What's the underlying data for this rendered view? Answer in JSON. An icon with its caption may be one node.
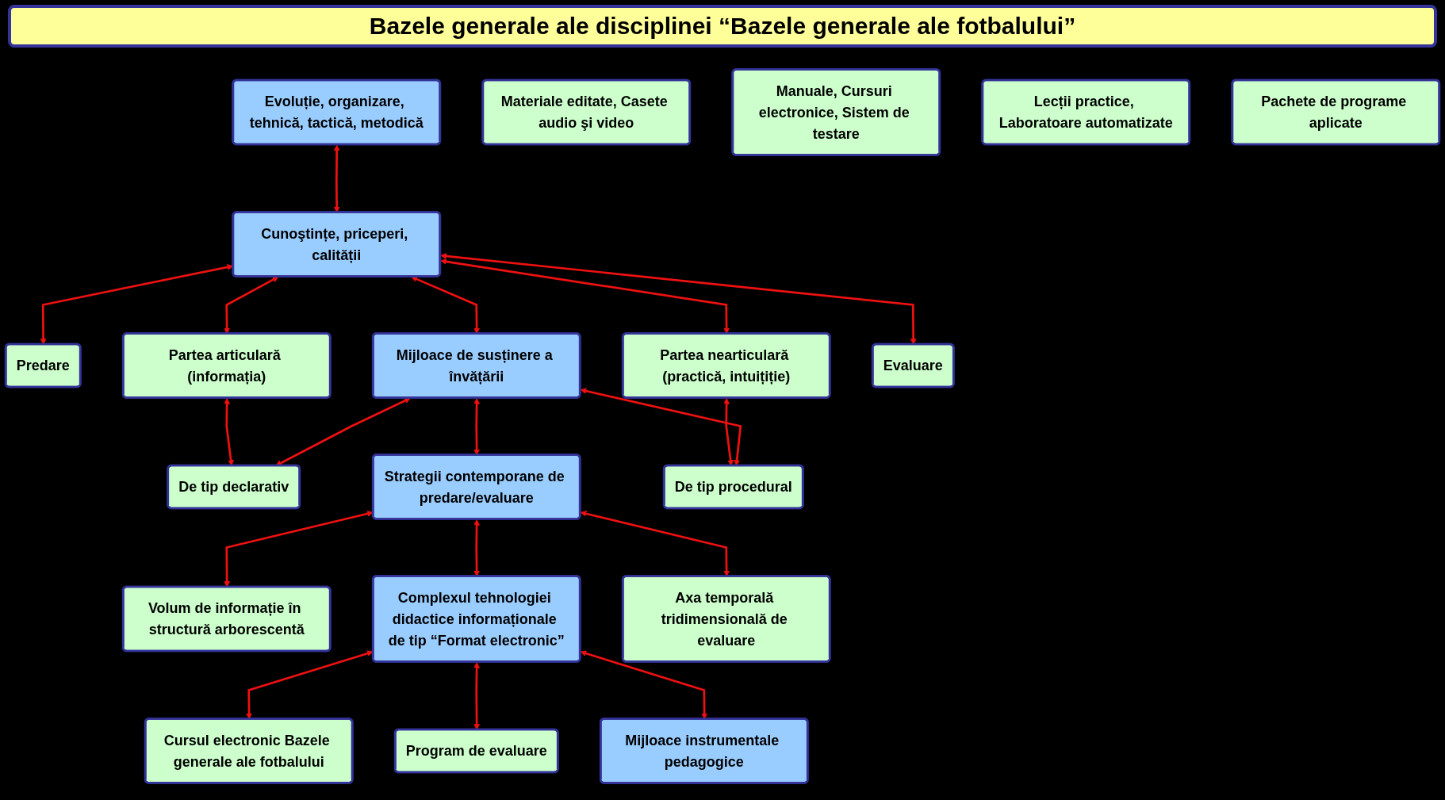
{
  "diagram": {
    "title": "Bazele generale ale disciplinei “Bazele generale ale fotbalului”",
    "nodes": [
      {
        "text": [
          "Predare"
        ]
      },
      {
        "text": [
          "Evoluție, organizare, tehnică, tactică, metodică"
        ]
      },
      {
        "text": [
          "Evaluare"
        ]
      },
      {
        "text": [
          "Partea articulară (informația)"
        ]
      },
      {
        "text": [
          "Cunoştințe, priceperi, calității"
        ]
      },
      {
        "text": [
          "Partea nearticulară (practică, intuițiție)"
        ]
      },
      {
        "text": [
          "De tip declarativ"
        ]
      },
      {
        "text": [
          "Mijloace de susținere a învățării"
        ]
      },
      {
        "text": [
          "De tip procedural"
        ]
      },
      {
        "text": [
          "Volum de informație în structură arborescentă"
        ]
      },
      {
        "text": [
          "Strategii contemporane de predare/evaluare"
        ]
      },
      {
        "text": [
          "Axa temporală tridimensională de evaluare"
        ]
      },
      {
        "text": [
          "Cursul electronic Bazele generale ale fotbalului"
        ]
      },
      {
        "text": [
          "Complexul tehnologiei didactice informaționale de tip “Format electronic”"
        ]
      },
      {
        "text": [
          "Program de evaluare"
        ]
      },
      {
        "text": [
          "Materiale editate, Casete audio şi video"
        ]
      },
      {
        "text": [
          "Manuale, Cursuri electronice, Sistem de testare"
        ]
      },
      {
        "text": [
          "Lecții practice, Laboratoare automatizate"
        ]
      },
      {
        "text": [
          "Pachete de programe aplicate"
        ]
      },
      {
        "text": [
          "Mijloace instrumentale pedagogice"
        ]
      }
    ],
    "edges": [
      {
        "from": 1,
        "to": 4,
        "arrow": "both"
      },
      {
        "from": 4,
        "to": 0,
        "arrow": "both"
      },
      {
        "from": 4,
        "to": 3,
        "arrow": "both"
      },
      {
        "from": 4,
        "to": 2,
        "arrow": "both"
      },
      {
        "from": 4,
        "to": 5,
        "arrow": "both"
      },
      {
        "from": 3,
        "to": 6,
        "arrow": "both"
      },
      {
        "from": 5,
        "to": 8,
        "arrow": "both"
      },
      {
        "from": 4,
        "to": 7,
        "arrow": "both"
      },
      {
        "from": 7,
        "to": 6,
        "arrow": "both"
      },
      {
        "from": 7,
        "to": 8,
        "arrow": "both"
      },
      {
        "from": 7,
        "to": 10,
        "arrow": "both"
      },
      {
        "from": 10,
        "to": 9,
        "arrow": "both"
      },
      {
        "from": 10,
        "to": 11,
        "arrow": "both"
      },
      {
        "from": 10,
        "to": 13,
        "arrow": "both"
      },
      {
        "from": 13,
        "to": 12,
        "arrow": "both"
      },
      {
        "from": 13,
        "to": 14,
        "arrow": "both"
      },
      {
        "from": 13,
        "to": 19,
        "arrow": "both"
      }
    ]
  }
}
